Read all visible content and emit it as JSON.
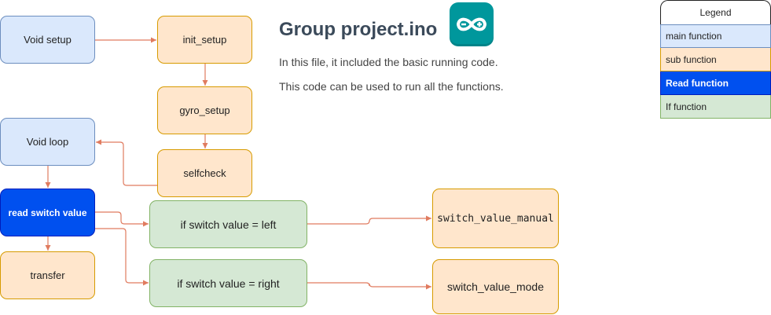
{
  "title": "Group project.ino",
  "description": [
    "In this file, it included the basic running code.",
    "This code can be used to run all the functions."
  ],
  "logo": {
    "icon": "arduino-logo-icon",
    "color": "#00979c"
  },
  "nodes": {
    "void_setup": "Void setup",
    "init_setup": "init_setup",
    "gyro_setup": "gyro_setup",
    "selfcheck": "selfcheck",
    "void_loop": "Void loop",
    "read_switch_value": "read switch value",
    "transfer": "transfer",
    "if_left": "if switch value = left",
    "if_right": "if switch value = right",
    "switch_value_manual": "switch_value_manual",
    "switch_value_mode": "switch_value_mode"
  },
  "legend": {
    "title": "Legend",
    "items": [
      {
        "label": "main function",
        "color": "#dae8fc"
      },
      {
        "label": "sub function",
        "color": "#ffe6cc"
      },
      {
        "label": "Read function",
        "color": "#0050ef"
      },
      {
        "label": "If function",
        "color": "#d5e8d4"
      }
    ]
  },
  "colors": {
    "main": "#dae8fc",
    "sub": "#ffe6cc",
    "read": "#0050ef",
    "if": "#d5e8d4",
    "connector": "#e07b5f"
  }
}
